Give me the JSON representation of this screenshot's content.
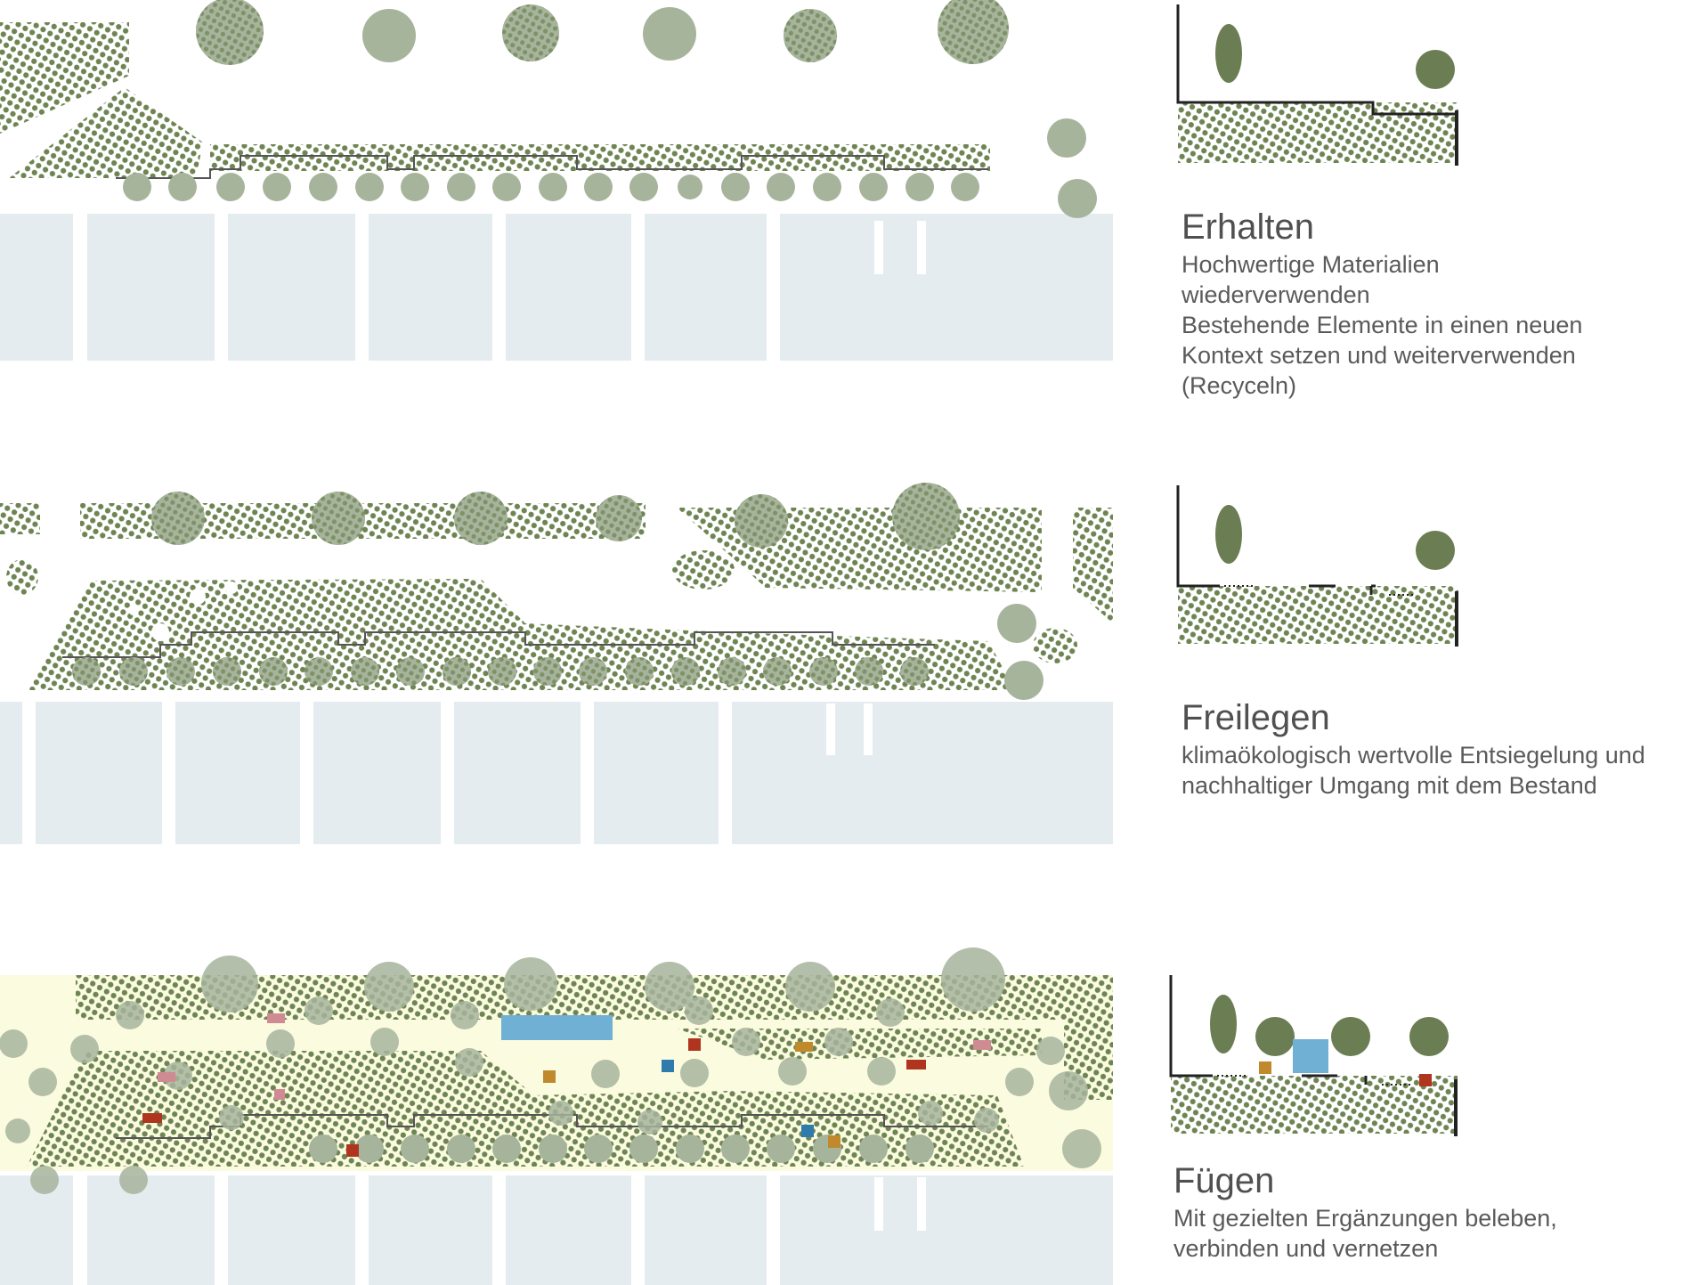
{
  "sections": [
    {
      "id": "erhalten",
      "title": "Erhalten",
      "description": "Hochwertige Materialien\nwiederverwenden\nBestehende Elemente in einen neuen\nKontext setzen und weiterverwenden\n(Recyceln)"
    },
    {
      "id": "freilegen",
      "title": "Freilegen",
      "description": "klimaökologisch wertvolle Entsiegelung und\nnachhaltiger Umgang mit dem Bestand"
    },
    {
      "id": "fuegen",
      "title": "Fügen",
      "description": "Mit gezielten Ergänzungen beleben,\nverbinden und vernetzen"
    }
  ],
  "colors": {
    "green_dots": "#6e8553",
    "tree": "#a7b49c",
    "tree_dark": "#6b7d52",
    "paving": "#e5ecef",
    "yellow_path": "#fbfbe0",
    "pavilion_blue": "#6fb0d4",
    "accent_red": "#b0351f",
    "accent_ochre": "#c08a2c",
    "accent_blue": "#2f7bab",
    "accent_pink": "#d08a93"
  },
  "icons": [
    "tree-canopy",
    "halftone-lawn",
    "pavilion",
    "bench"
  ]
}
